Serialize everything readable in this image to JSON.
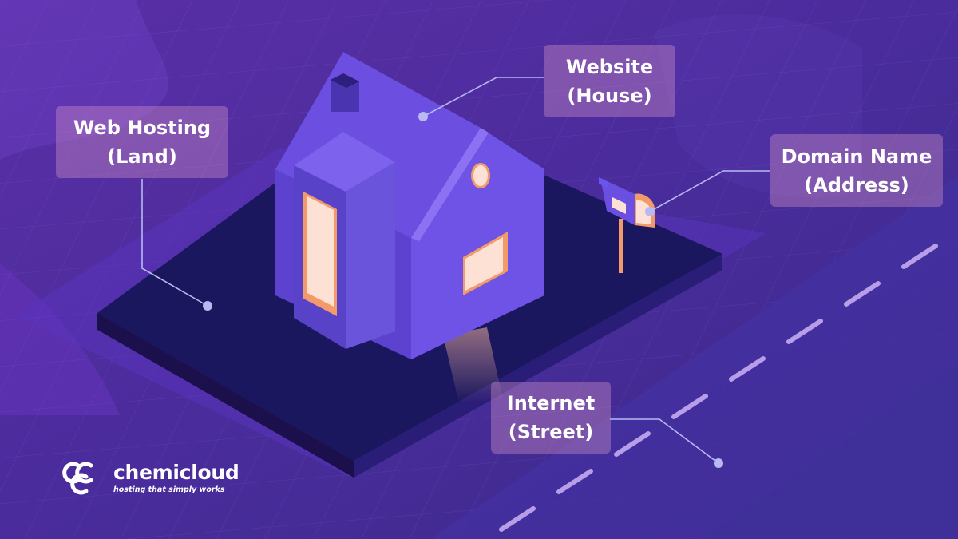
{
  "labels": {
    "web_hosting": {
      "line1": "Web Hosting",
      "line2": "(Land)"
    },
    "website": {
      "line1": "Website",
      "line2": "(House)"
    },
    "domain_name": {
      "line1": "Domain Name",
      "line2": "(Address)"
    },
    "internet": {
      "line1": "Internet",
      "line2": "(Street)"
    }
  },
  "logo": {
    "brand": "chemicloud",
    "tagline": "hosting that simply works",
    "icon": "chemicloud-logo-icon"
  },
  "colors": {
    "background": "#4a2a9a",
    "plot": "#1a175e",
    "house_wall": "#6a4be0",
    "window_glow": "#fbd9cf",
    "accent_orange": "#f0a070",
    "callout_bg": "#d696c8",
    "connector": "#b7b9f0"
  }
}
